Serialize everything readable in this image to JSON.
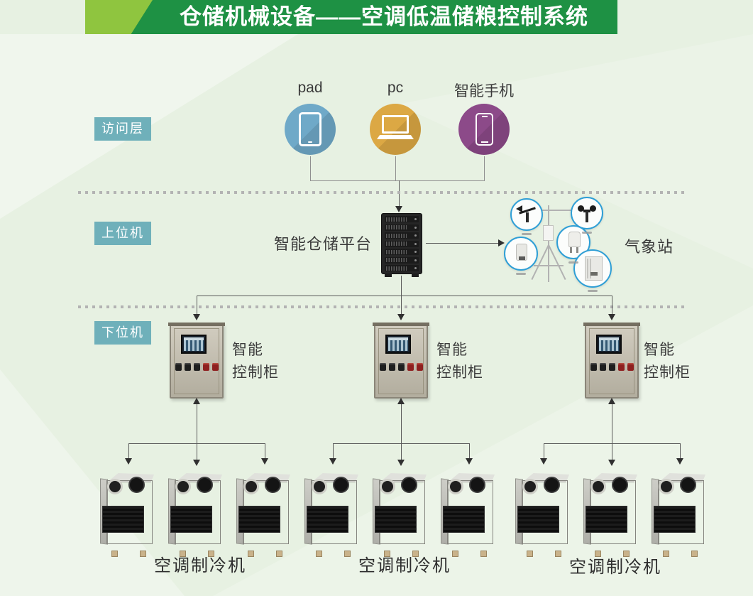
{
  "title": "仓储机械设备——空调低温储粮控制系统",
  "layers": {
    "access": {
      "label": "访问层",
      "devices": [
        {
          "label": "pad",
          "icon": "tablet-icon",
          "color": "#6fa9c8"
        },
        {
          "label": "pc",
          "icon": "laptop-icon",
          "color": "#dca844"
        },
        {
          "label": "智能手机",
          "icon": "smartphone-icon",
          "color": "#8c4a89"
        }
      ]
    },
    "host": {
      "label": "上位机",
      "platform_label": "智能仓储平台",
      "weather_station_label": "气象站"
    },
    "lower": {
      "label": "下位机",
      "cabinet_label_line1": "智能",
      "cabinet_label_line2": "控制柜",
      "cabinet_count": 3,
      "ac_unit_label": "空调制冷机",
      "ac_units_per_cabinet": 3
    }
  },
  "colors": {
    "banner_green": "#1e9144",
    "banner_light_green": "#8fc53f",
    "layer_badge_teal": "#6fb0ba",
    "pad_circle": "#6fa9c8",
    "pc_circle": "#dca844",
    "phone_circle": "#8c4a89",
    "background": "#e7f1e2",
    "weather_ring_blue": "#2f9fd6",
    "line_gray": "#8f8f8f",
    "arrow_dark": "#303030"
  }
}
